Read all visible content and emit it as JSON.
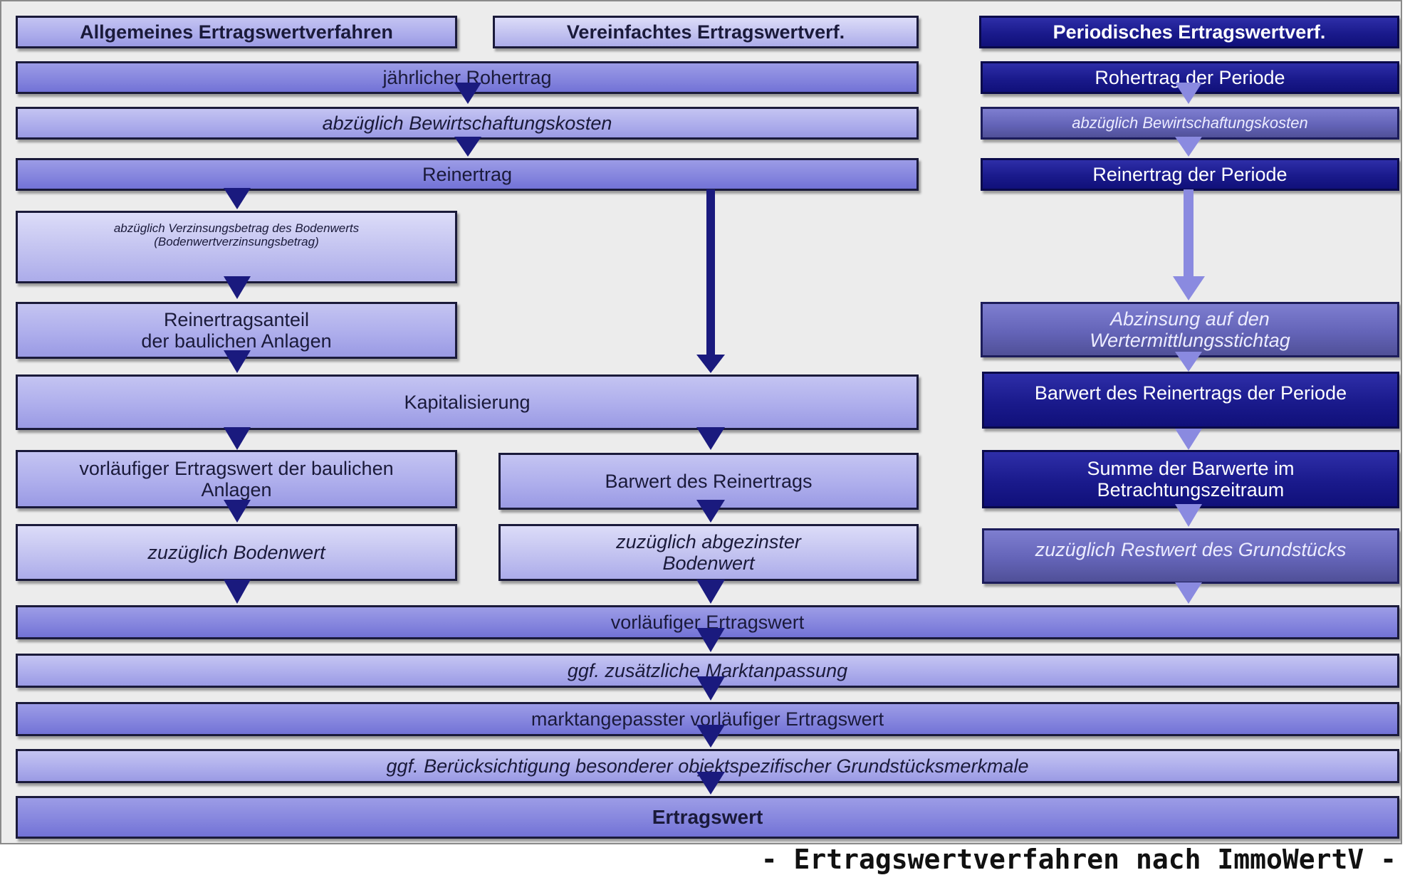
{
  "headers": {
    "allgemein": "Allgemeines Ertragswertverfahren",
    "vereinfacht": "Vereinfachtes Ertragswertverf.",
    "periodisch": "Periodisches Ertragswertverf."
  },
  "shared": {
    "rohertrag": "jährlicher Rohertrag",
    "bewirtschaftung": "abzüglich Bewirtschaftungskosten",
    "reinertrag": "Reinertrag",
    "kapitalisierung": "Kapitalisierung",
    "vorlaeufig": "vorläufiger Ertragswert",
    "marktanpassung": "ggf. zusätzliche Marktanpassung",
    "marktangepasst": "marktangepasster vorläufiger Ertragswert",
    "merkmale": "ggf. Berücksichtigung besonderer objektspezifischer Grundstücksmerkmale",
    "ertragswert": "Ertragswert"
  },
  "allgemein": {
    "verzinsung": "abzüglich Verzinsungsbetrag des Bodenwerts\n(Bodenwertverzinsungsbetrag)",
    "reinertragsanteil": "Reinertragsanteil\nder baulichen Anlagen",
    "vorl_bauliche": "vorläufiger Ertragswert der baulichen\nAnlagen",
    "bodenwert": "zuzüglich Bodenwert"
  },
  "vereinfacht": {
    "barwert": "Barwert des Reinertrags",
    "bodenwert_abgezinst": "zuzüglich abgezinster\nBodenwert"
  },
  "periodisch": {
    "rohertrag": "Rohertrag der Periode",
    "bewirtschaftung": "abzüglich Bewirtschaftungskosten",
    "reinertrag": "Reinertrag der Periode",
    "abzinsung": "Abzinsung auf den\nWertermittlungsstichtag",
    "barwert": "Barwert des Reinertrags der Periode",
    "summe": "Summe der Barwerte im\nBetrachtungszeitraum",
    "restwert": "zuzüglich Restwert des Grundstücks"
  },
  "caption": "- Ertragswertverfahren nach ImmoWertV -",
  "colors": {
    "arrow_dark": "#1a1a7e",
    "arrow_light": "#8a8ae0",
    "periodic_dark": "#1a1a8c",
    "periodic_mid": "#6464b8"
  }
}
